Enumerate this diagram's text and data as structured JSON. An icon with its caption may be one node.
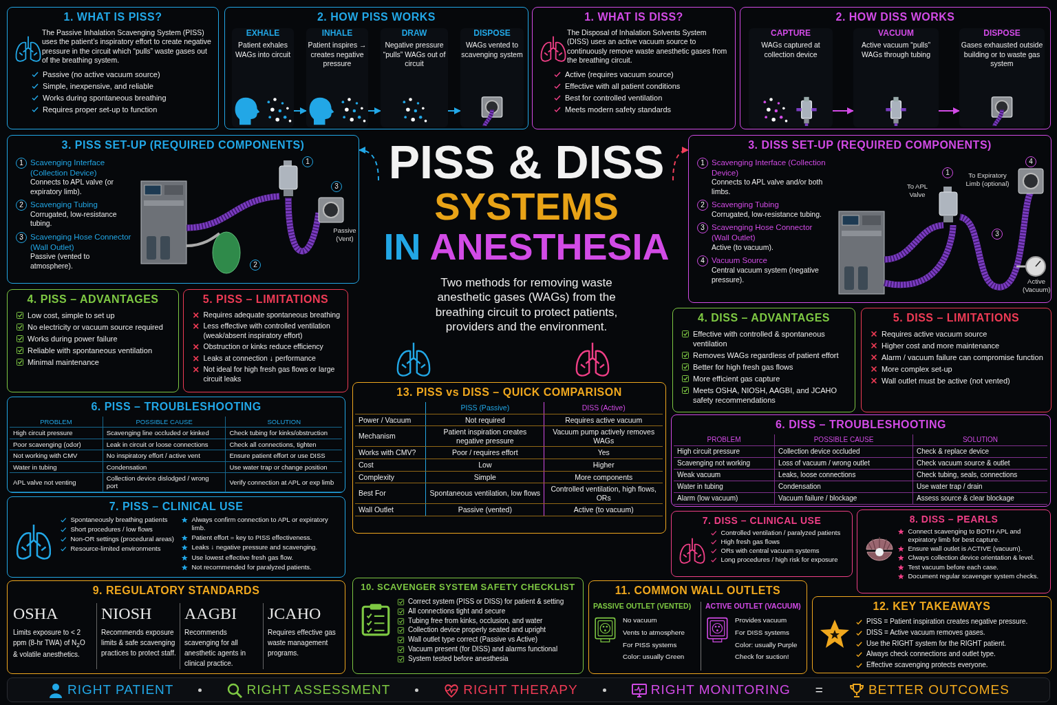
{
  "diagram": {
    "title": "PISS & DISS SYSTEMS IN ANESTHESIA",
    "caption": "Two methods for removing waste anesthetic gases (WAGs) from the breathing circuit to protect patients, providers and the environment.",
    "nodes": [
      {
        "text": [
          "1. WHAT IS PISS?",
          "The Passive Inhalation Scavenging System (PISS) uses the patient’s inspiratory effort to create negative pressure in the circuit which “pulls” waste gases out of the breathing system.",
          "Passive (no active vacuum source)",
          "Simple, inexpensive, and reliable",
          "Works during spontaneous breathing",
          "Requires proper set-up to function"
        ]
      },
      {
        "text": [
          "2. HOW PISS WORKS"
        ]
      },
      {
        "text": [
          "EXHALE",
          "Patient exhales WAGs into circuit"
        ],
        "in": 1
      },
      {
        "text": [
          "INHALE",
          "Patient inspires → creates negative pressure"
        ],
        "in": 1
      },
      {
        "text": [
          "DRAW",
          "Negative pressure “pulls” WAGs out of circuit"
        ],
        "in": 1
      },
      {
        "text": [
          "DISPOSE",
          "WAGs vented to scavenging system"
        ],
        "in": 1
      },
      {
        "text": [
          "1. WHAT IS DISS?",
          "The Disposal of Inhalation Solvents System (DISS) uses an active vacuum source to continuously remove waste anesthetic gases from the breathing circuit.",
          "Active (requires vacuum source)",
          "Effective with all patient conditions",
          "Best for controlled ventilation",
          "Meets modern safety standards"
        ]
      },
      {
        "text": [
          "2. HOW DISS WORKS"
        ]
      },
      {
        "text": [
          "CAPTURE",
          "WAGs captured at collection device"
        ],
        "in": 7
      },
      {
        "text": [
          "VACUUM",
          "Active vacuum “pulls” WAGs through tubing"
        ],
        "in": 7
      },
      {
        "text": [
          "DISPOSE",
          "Gases exhausted outside building or to waste gas system"
        ],
        "in": 7
      },
      {
        "text": [
          "3. PISS SET-UP (REQUIRED COMPONENTS)",
          "1",
          "Scavenging Interface (Collection Device)",
          "Connects to APL valve (or expiratory limb).",
          "2",
          "Scavenging Tubing",
          "Corrugated, low-resistance tubing.",
          "3",
          "Scavenging Hose Connector (Wall Outlet)",
          "Passive (vented to atmosphere).",
          "1",
          "3",
          "2",
          "Passive (Vent)"
        ]
      },
      {
        "text": [
          "3. DISS SET-UP (REQUIRED COMPONENTS)",
          "1",
          "Scavenging Interface (Collection Device)",
          "Connects to APL valve and/or both limbs.",
          "2",
          "Scavenging Tubing",
          "Corrugated, low-resistance tubing.",
          "3",
          "Scavenging Hose Connector (Wall Outlet)",
          "Active (to vacuum).",
          "4",
          "Vacuum Source",
          "Central vacuum system (negative pressure).",
          "To APL Valve",
          "1",
          "To Expiratory Limb (optional)",
          "4",
          "3",
          "Active (Vacuum)"
        ]
      },
      {
        "text": [
          "4. PISS – ADVANTAGES",
          "Low cost, simple to set up",
          "No electricity or vacuum source required",
          "Works during power failure",
          "Reliable with spontaneous ventilation",
          "Minimal maintenance"
        ]
      },
      {
        "text": [
          "5. PISS – LIMITATIONS",
          "Requires adequate spontaneous breathing",
          "Less effective with controlled ventilation (weak/absent inspiratory effort)",
          "Obstruction or kinks reduce efficiency",
          "Leaks at connection ↓ performance",
          "Not ideal for high fresh gas flows or large circuit leaks"
        ]
      },
      {
        "text": [
          "4. DISS – ADVANTAGES",
          "Effective with controlled & spontaneous ventilation",
          "Removes WAGs regardless of patient effort",
          "Better for high fresh gas flows",
          "More efficient gas capture",
          "Meets OSHA, NIOSH, AAGBI, and JCAHO safety recommendations"
        ]
      },
      {
        "text": [
          "5. DISS – LIMITATIONS",
          "Requires active vacuum source",
          "Higher cost and more maintenance",
          "Alarm / vacuum failure can compromise function",
          "More complex set-up",
          "Wall outlet must be active (not vented)"
        ]
      },
      {
        "text": [
          "6. PISS – TROUBLESHOOTING",
          "PROBLEM",
          "POSSIBLE CAUSE",
          "SOLUTION",
          "High circuit pressure",
          "Scavenging line occluded or kinked",
          "Check tubing for kinks/obstruction",
          "Poor scavenging (odor)",
          "Leak in circuit or loose connections",
          "Check all connections, tighten",
          "Not working with CMV",
          "No inspiratory effort / active vent",
          "Ensure patient effort or use DISS",
          "Water in tubing",
          "Condensation",
          "Use water trap or change position",
          "APL valve not venting",
          "Collection device dislodged / wrong port",
          "Verify connection at APL or exp limb"
        ]
      },
      {
        "text": [
          "13. PISS vs DISS – QUICK COMPARISON",
          "PISS (Passive)",
          "DISS (Active)",
          "Power / Vacuum",
          "Not required",
          "Requires active vacuum",
          "Mechanism",
          "Patient inspiration creates negative pressure",
          "Vacuum pump actively removes WAGs",
          "Works with CMV?",
          "Poor / requires effort",
          "Yes",
          "Cost",
          "Low",
          "Higher",
          "Complexity",
          "Simple",
          "More components",
          "Best For",
          "Spontaneous ventilation, low flows",
          "Controlled ventilation, high flows, ORs",
          "Wall Outlet",
          "Passive (vented)",
          "Active (to vacuum)"
        ]
      },
      {
        "text": [
          "6. DISS – TROUBLESHOOTING",
          "PROBLEM",
          "POSSIBLE CAUSE",
          "SOLUTION",
          "High circuit pressure",
          "Collection device occluded",
          "Check & replace device",
          "Scavenging not working",
          "Loss of vacuum / wrong outlet",
          "Check vacuum source & outlet",
          "Weak vacuum",
          "Leaks, loose connections",
          "Check tubing, seals, connections",
          "Water in tubing",
          "Condensation",
          "Use water trap / drain",
          "Alarm (low vacuum)",
          "Vacuum failure / blockage",
          "Assess source & clear blockage"
        ]
      },
      {
        "text": [
          "7. PISS – CLINICAL USE",
          "Spontaneously breathing patients",
          "Short procedures / low flows",
          "Non-OR settings (procedural areas)",
          "Resource-limited environments",
          "Always confirm connection to APL or expiratory limb.",
          "Patient effort = key to PISS effectiveness.",
          "Leaks ↓ negative pressure and scavenging.",
          "Use lowest effective fresh gas flow.",
          "Not recommended for paralyzed patients."
        ]
      },
      {
        "text": [
          "7. DISS – CLINICAL USE",
          "Controlled ventilation / paralyzed patients",
          "High fresh gas flows",
          "ORs with central vacuum systems",
          "Long procedures / high risk for exposure"
        ]
      },
      {
        "text": [
          "8. DISS – PEARLS",
          "Connect scavenging to BOTH APL and expiratory limb for best capture.",
          "Ensure wall outlet is ACTIVE (vacuum).",
          "Clways collection device orientation & level.",
          "Test vacuum before each case.",
          "Document regular scavenger system checks."
        ]
      },
      {
        "text": [
          "9. REGULATORY STANDARDS",
          "OSHA",
          "Limits exposure to < 2 ppm (8-hr TWA) of N$_{2}$O & volatile anesthetics.",
          "NIOSH",
          "Recommends exposure limits & safe scavenging practices to protect staff.",
          "AAGBI",
          "Recommends scavenging for all anesthetic agents in clinical practice.",
          "JCAHO",
          "Requires effective gas waste management programs."
        ]
      },
      {
        "text": [
          "10. SCAVENGER SYSTEM SAFETY CHECKLIST",
          "Correct system (PISS or DISS) for patient & setting",
          "All connections tight and secure",
          "Tubing free from kinks, occlusion, and water",
          "Collection device properly seated and upright",
          "Wall outlet type correct (Passive vs Active)",
          "Vacuum present (for DISS) and alarms functional",
          "System tested before anesthesia"
        ]
      },
      {
        "text": [
          "11. COMMON WALL OUTLETS",
          "PASSIVE OUTLET (VENTED)",
          "No vacuum",
          "Vents to atmosphere",
          "For PISS systems",
          "Color: usually Green",
          "ACTIVE OUTLET (VACUUM)",
          "Provides vacuum",
          "For DISS systems",
          "Color: usually Purple",
          "Check for suction!"
        ]
      },
      {
        "text": [
          "12. KEY TAKEAWAYS",
          "PISS = Patient inspiration creates negative pressure.",
          "DISS = Active vacuum removes gases.",
          "Use the RIGHT system for the RIGHT patient.",
          "Always check connections and outlet type.",
          "Effective scavenging protects everyone."
        ]
      },
      {
        "text": [
          "RIGHT PATIENT",
          "RIGHT ASSESSMENT",
          "RIGHT THERAPY",
          "RIGHT MONITORING",
          "=",
          "BETTER OUTCOMES"
        ]
      }
    ],
    "edges": [
      {
        "from": 2,
        "to": 3,
        "arrow": "to"
      },
      {
        "from": 3,
        "to": 4,
        "arrow": "to"
      },
      {
        "from": 4,
        "to": 5,
        "arrow": "to"
      },
      {
        "from": 8,
        "to": 9,
        "arrow": "to",
        "color": "#d24be6"
      },
      {
        "from": 9,
        "to": 10,
        "arrow": "to",
        "color": "#d24be6"
      },
      {
        "from": null,
        "to": 11,
        "arrow": "to",
        "style": "dashed"
      },
      {
        "from": null,
        "to": 12,
        "arrow": "to",
        "style": "dashed",
        "color": "#ef3f5a"
      }
    ]
  }
}
